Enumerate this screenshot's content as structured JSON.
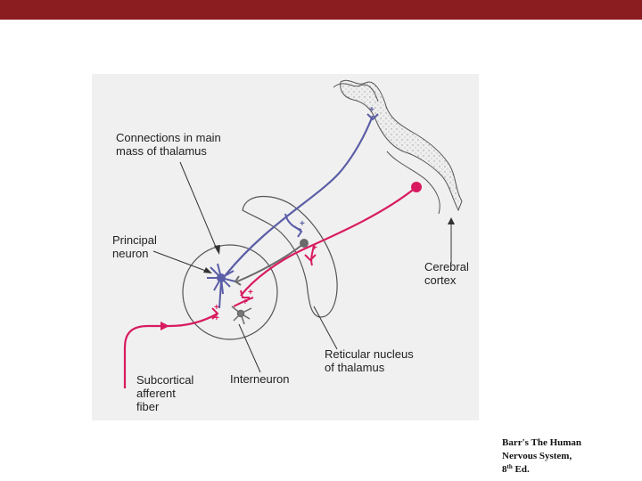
{
  "labels": {
    "connections_line1": "Connections in main",
    "connections_line2": "mass of thalamus",
    "principal_line1": "Principal",
    "principal_line2": "neuron",
    "cerebral_line1": "Cerebral",
    "cerebral_line2": "cortex",
    "reticular_line1": "Reticular nucleus",
    "reticular_line2": "of thalamus",
    "subcortical_line1": "Subcortical",
    "subcortical_line2": "afferent",
    "subcortical_line3": "fiber",
    "interneuron": "Interneuron",
    "plus": "+"
  },
  "citation": {
    "line1": "Barr's The Human",
    "line2": "Nervous System,",
    "edition_number": "8",
    "edition_suffix": "th",
    "edition_word": " Ed."
  },
  "colors": {
    "header_bar": "#8b1c20",
    "blue_pathway": "#5b5ea6",
    "magenta_pathway": "#d81b60",
    "gray_pathway": "#6a6a6a",
    "cortex_fill": "#e8e8e8"
  }
}
